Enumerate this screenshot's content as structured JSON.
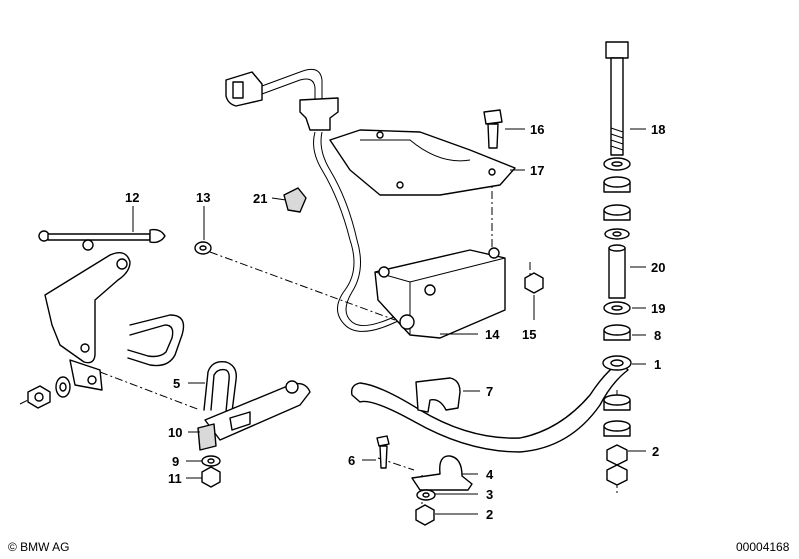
{
  "diagram": {
    "callouts": [
      {
        "id": "c1",
        "text": "1"
      },
      {
        "id": "c2a",
        "text": "2"
      },
      {
        "id": "c2b",
        "text": "2"
      },
      {
        "id": "c3",
        "text": "3"
      },
      {
        "id": "c4",
        "text": "4"
      },
      {
        "id": "c5",
        "text": "5"
      },
      {
        "id": "c6",
        "text": "6"
      },
      {
        "id": "c7",
        "text": "7"
      },
      {
        "id": "c8",
        "text": "8"
      },
      {
        "id": "c9",
        "text": "9"
      },
      {
        "id": "c10",
        "text": "10"
      },
      {
        "id": "c11",
        "text": "11"
      },
      {
        "id": "c12",
        "text": "12"
      },
      {
        "id": "c13",
        "text": "13"
      },
      {
        "id": "c14",
        "text": "14"
      },
      {
        "id": "c15",
        "text": "15"
      },
      {
        "id": "c16",
        "text": "16"
      },
      {
        "id": "c17",
        "text": "17"
      },
      {
        "id": "c18",
        "text": "18"
      },
      {
        "id": "c19",
        "text": "19"
      },
      {
        "id": "c20",
        "text": "20"
      },
      {
        "id": "c21",
        "text": "21"
      }
    ],
    "copyright": "© BMW AG",
    "image_number": "00004168"
  }
}
